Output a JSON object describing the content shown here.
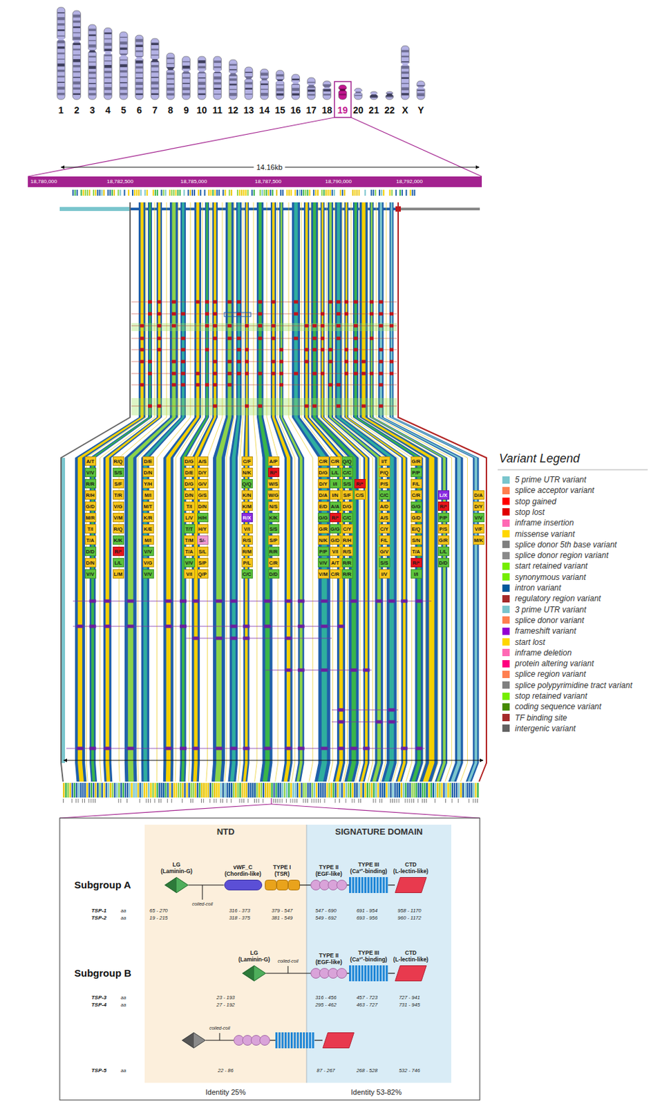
{
  "diagram": {
    "nodes": [
      {
        "text": [
          "A/T"
        ]
      },
      {
        "text": [
          "V/V"
        ]
      },
      {
        "text": [
          "R/R"
        ]
      },
      {
        "text": [
          "R/H"
        ]
      },
      {
        "text": [
          "G/D"
        ]
      },
      {
        "text": [
          "M/R"
        ]
      },
      {
        "text": [
          "T/I"
        ]
      },
      {
        "text": [
          "T/A"
        ]
      },
      {
        "text": [
          "D/D"
        ]
      },
      {
        "text": [
          "D/N"
        ]
      },
      {
        "text": [
          "V/V"
        ]
      },
      {
        "text": [
          "R/Q"
        ]
      },
      {
        "text": [
          "S/S"
        ]
      },
      {
        "text": [
          "S/F"
        ]
      },
      {
        "text": [
          "T/R"
        ]
      },
      {
        "text": [
          "V/G"
        ]
      },
      {
        "text": [
          "V/M"
        ]
      },
      {
        "text": [
          "R/Q"
        ]
      },
      {
        "text": [
          "K/K"
        ]
      },
      {
        "text": [
          "R/*"
        ]
      },
      {
        "text": [
          "L/L"
        ]
      },
      {
        "text": [
          "L/M"
        ]
      },
      {
        "text": [
          "D/E"
        ]
      },
      {
        "text": [
          "D/N"
        ]
      },
      {
        "text": [
          "Y/H"
        ]
      },
      {
        "text": [
          "M/I"
        ]
      },
      {
        "text": [
          "M/T"
        ]
      },
      {
        "text": [
          "K/R"
        ]
      },
      {
        "text": [
          "K/E"
        ]
      },
      {
        "text": [
          "M/I"
        ]
      },
      {
        "text": [
          "V/V"
        ]
      },
      {
        "text": [
          "V/G"
        ]
      },
      {
        "text": [
          "V/V"
        ]
      },
      {
        "text": [
          "D/G"
        ]
      },
      {
        "text": [
          "D/E"
        ]
      },
      {
        "text": [
          "D/G"
        ]
      },
      {
        "text": [
          "D/N"
        ]
      },
      {
        "text": [
          "T/I"
        ]
      },
      {
        "text": [
          "L/V"
        ]
      },
      {
        "text": [
          "T/T"
        ]
      },
      {
        "text": [
          "T/M"
        ]
      },
      {
        "text": [
          "T/A"
        ]
      },
      {
        "text": [
          "V/V"
        ]
      },
      {
        "text": [
          "V/I"
        ]
      },
      {
        "text": [
          "A/S"
        ]
      },
      {
        "text": [
          "D/Y"
        ]
      },
      {
        "text": [
          "G/V"
        ]
      },
      {
        "text": [
          "G/S"
        ]
      },
      {
        "text": [
          "D/N"
        ]
      },
      {
        "text": [
          "H/H"
        ]
      },
      {
        "text": [
          "H/Y"
        ]
      },
      {
        "text": [
          "S/-"
        ]
      },
      {
        "text": [
          "S/L"
        ]
      },
      {
        "text": [
          "S/P"
        ]
      },
      {
        "text": [
          "Q/P"
        ]
      },
      {
        "text": [
          "C/F"
        ]
      },
      {
        "text": [
          "N/K"
        ]
      },
      {
        "text": [
          "Q/Q"
        ]
      },
      {
        "text": [
          "K/N"
        ]
      },
      {
        "text": [
          "K/M"
        ]
      },
      {
        "text": [
          "R/X"
        ]
      },
      {
        "text": [
          "V/I"
        ]
      },
      {
        "text": [
          "R/S"
        ]
      },
      {
        "text": [
          "R/M"
        ]
      },
      {
        "text": [
          "P/L"
        ]
      },
      {
        "text": [
          "C/C"
        ]
      },
      {
        "text": [
          "A/P"
        ]
      },
      {
        "text": [
          "R/*"
        ]
      },
      {
        "text": [
          "W/S"
        ]
      },
      {
        "text": [
          "W/G"
        ]
      },
      {
        "text": [
          "N/S"
        ]
      },
      {
        "text": [
          "K/K"
        ]
      },
      {
        "text": [
          "S/S"
        ]
      },
      {
        "text": [
          "S/P"
        ]
      },
      {
        "text": [
          "R/R"
        ]
      },
      {
        "text": [
          "C/R"
        ]
      },
      {
        "text": [
          "D/D"
        ]
      },
      {
        "text": [
          "C/R"
        ]
      },
      {
        "text": [
          "D/G"
        ]
      },
      {
        "text": [
          "D/Y"
        ]
      },
      {
        "text": [
          "D/A"
        ]
      },
      {
        "text": [
          "E/D"
        ]
      },
      {
        "text": [
          "G/G"
        ]
      },
      {
        "text": [
          "G/R"
        ]
      },
      {
        "text": [
          "N/K"
        ]
      },
      {
        "text": [
          "P/P"
        ]
      },
      {
        "text": [
          "V/V"
        ]
      },
      {
        "text": [
          "V/M"
        ]
      },
      {
        "text": [
          "C/R"
        ]
      },
      {
        "text": [
          "L/L"
        ]
      },
      {
        "text": [
          "I/I"
        ]
      },
      {
        "text": [
          "I/N"
        ]
      },
      {
        "text": [
          "A/A"
        ]
      },
      {
        "text": [
          "R/*"
        ]
      },
      {
        "text": [
          "G/G"
        ]
      },
      {
        "text": [
          "G/D"
        ]
      },
      {
        "text": [
          "V/I"
        ]
      },
      {
        "text": [
          "A/T"
        ]
      },
      {
        "text": [
          "C/R"
        ]
      },
      {
        "text": [
          "Q/Q"
        ]
      },
      {
        "text": [
          "C/C"
        ]
      },
      {
        "text": [
          "S/S"
        ]
      },
      {
        "text": [
          "S/F"
        ]
      },
      {
        "text": [
          "D/G"
        ]
      },
      {
        "text": [
          "C/C"
        ]
      },
      {
        "text": [
          "C/Y"
        ]
      },
      {
        "text": [
          "R/H"
        ]
      },
      {
        "text": [
          "R/S"
        ]
      },
      {
        "text": [
          "R/R"
        ]
      },
      {
        "text": [
          "R/R"
        ]
      },
      {
        "text": [
          "R/*"
        ]
      },
      {
        "text": [
          "C/S"
        ]
      },
      {
        "text": [
          "I/T"
        ]
      },
      {
        "text": [
          "P/Q"
        ]
      },
      {
        "text": [
          "P/S"
        ]
      },
      {
        "text": [
          "C/C"
        ]
      },
      {
        "text": [
          "A/D"
        ]
      },
      {
        "text": [
          "A/S"
        ]
      },
      {
        "text": [
          "C/Y"
        ]
      },
      {
        "text": [
          "F/L"
        ]
      },
      {
        "text": [
          "G/V"
        ]
      },
      {
        "text": [
          "S/S"
        ]
      },
      {
        "text": [
          "I/V"
        ]
      },
      {
        "text": [
          "G/R"
        ]
      },
      {
        "text": [
          "P/P"
        ]
      },
      {
        "text": [
          "F/L"
        ]
      },
      {
        "text": [
          "C/R"
        ]
      },
      {
        "text": [
          "G/G"
        ]
      },
      {
        "text": [
          "G/D"
        ]
      },
      {
        "text": [
          "E/Q"
        ]
      },
      {
        "text": [
          "S/N"
        ]
      },
      {
        "text": [
          "T/A"
        ]
      },
      {
        "text": [
          "R/*"
        ]
      },
      {
        "text": [
          "I/I"
        ]
      },
      {
        "text": [
          "L/X"
        ]
      },
      {
        "text": [
          "R/*"
        ]
      },
      {
        "text": [
          "P/P"
        ]
      },
      {
        "text": [
          "P/S"
        ]
      },
      {
        "text": [
          "G/R"
        ]
      },
      {
        "text": [
          "L/L"
        ]
      },
      {
        "text": [
          "D/D"
        ]
      },
      {
        "text": [
          "D/A"
        ]
      },
      {
        "text": [
          "D/Y"
        ]
      },
      {
        "text": [
          "V/V"
        ]
      },
      {
        "text": [
          "V/F"
        ]
      },
      {
        "text": [
          "M/K"
        ]
      },
      {
        "text": [
          "NTD"
        ]
      },
      {
        "text": [
          "SIGNATURE DOMAIN"
        ]
      },
      {
        "text": [
          "LG (Laminin-G)"
        ],
        "in": 146
      },
      {
        "text": [
          "vWF_C (Chordin-like)"
        ],
        "in": 146
      },
      {
        "text": [
          "TYPE I (TSR)"
        ],
        "in": 146
      },
      {
        "text": [
          "TYPE II (EGF-like)"
        ],
        "in": 147
      },
      {
        "text": [
          "TYPE III (Ca²⁺-binding)"
        ],
        "in": 147
      },
      {
        "text": [
          "CTD (L-lectin-like)"
        ],
        "in": 147
      },
      {
        "text": [
          "LG (Laminin-G)"
        ],
        "in": 146
      },
      {
        "text": [
          "TYPE II (EGF-like)"
        ],
        "in": 147
      },
      {
        "text": [
          "TYPE III (Ca²⁺-binding)"
        ],
        "in": 147
      },
      {
        "text": [
          "CTD (L-lectin-like)"
        ],
        "in": 147
      }
    ],
    "labels": [
      "1",
      "2",
      "3",
      "4",
      "5",
      "6",
      "7",
      "8",
      "9",
      "10",
      "11",
      "12",
      "13",
      "14",
      "15",
      "16",
      "17",
      "18",
      "19",
      "20",
      "21",
      "22",
      "X",
      "Y",
      "14.16kb",
      "18,780,000",
      "18,782,500",
      "18,785,000",
      "18,787,500",
      "18,790,000",
      "18,792,000",
      "Variant Legend",
      "Subgroup A",
      "coiled-coil",
      "TSP-1",
      "aa",
      "65 - 270",
      "316 - 373",
      "379 - 547",
      "547 - 690",
      "691 - 954",
      "958 - 1170",
      "TSP-2",
      "aa",
      "19 - 215",
      "318 - 375",
      "381 - 549",
      "549 - 692",
      "693 - 956",
      "960 - 1172",
      "Subgroup B",
      "coiled-coil",
      "TSP-3",
      "aa",
      "23 - 193",
      "316 - 456",
      "457 - 723",
      "727 - 941",
      "TSP-4",
      "aa",
      "27 - 192",
      "295 - 462",
      "463 - 727",
      "731 - 945",
      "coiled-coil",
      "TSP-5",
      "aa",
      "22 - 86",
      "87 - 267",
      "268 - 528",
      "532 - 746",
      "Identity 25%",
      "Identity 53-82%"
    ],
    "legend": [
      {
        "text": "5 prime UTR variant",
        "color": "#7ac5cd"
      },
      {
        "text": "splice acceptor variant",
        "color": "#ff7f50"
      },
      {
        "text": "stop gained",
        "color": "#ff0000"
      },
      {
        "text": "stop lost",
        "color": "#e00000"
      },
      {
        "text": "inframe insertion",
        "color": "#ff69b4"
      },
      {
        "text": "missense variant",
        "color": "#ffd700"
      },
      {
        "text": "splice donor 5th base variant",
        "color": "#808080"
      },
      {
        "text": "splice donor region variant",
        "color": "#8a8a8a"
      },
      {
        "text": "start retained variant",
        "color": "#76ee00"
      },
      {
        "text": "synonymous variant",
        "color": "#76ee00"
      },
      {
        "text": "intron variant",
        "color": "#02599c"
      },
      {
        "text": "regulatory region variant",
        "color": "#a52a2a"
      },
      {
        "text": "3 prime UTR variant",
        "color": "#7ac5cd"
      },
      {
        "text": "splice donor variant",
        "color": "#ff7f50"
      },
      {
        "text": "frameshift variant",
        "color": "#9400d3"
      },
      {
        "text": "start lost",
        "color": "#ffd700"
      },
      {
        "text": "inframe deletion",
        "color": "#ff69b4"
      },
      {
        "text": "protein altering variant",
        "color": "#ff0080"
      },
      {
        "text": "splice region variant",
        "color": "#ff7f50"
      },
      {
        "text": "splice polypyrimidine tract variant",
        "color": "#808080"
      },
      {
        "text": "stop retained variant",
        "color": "#76ee00"
      },
      {
        "text": "coding sequence variant",
        "color": "#458b00"
      },
      {
        "text": "TF binding site",
        "color": "#a52a2a"
      },
      {
        "text": "intergenic variant",
        "color": "#636363"
      }
    ]
  }
}
